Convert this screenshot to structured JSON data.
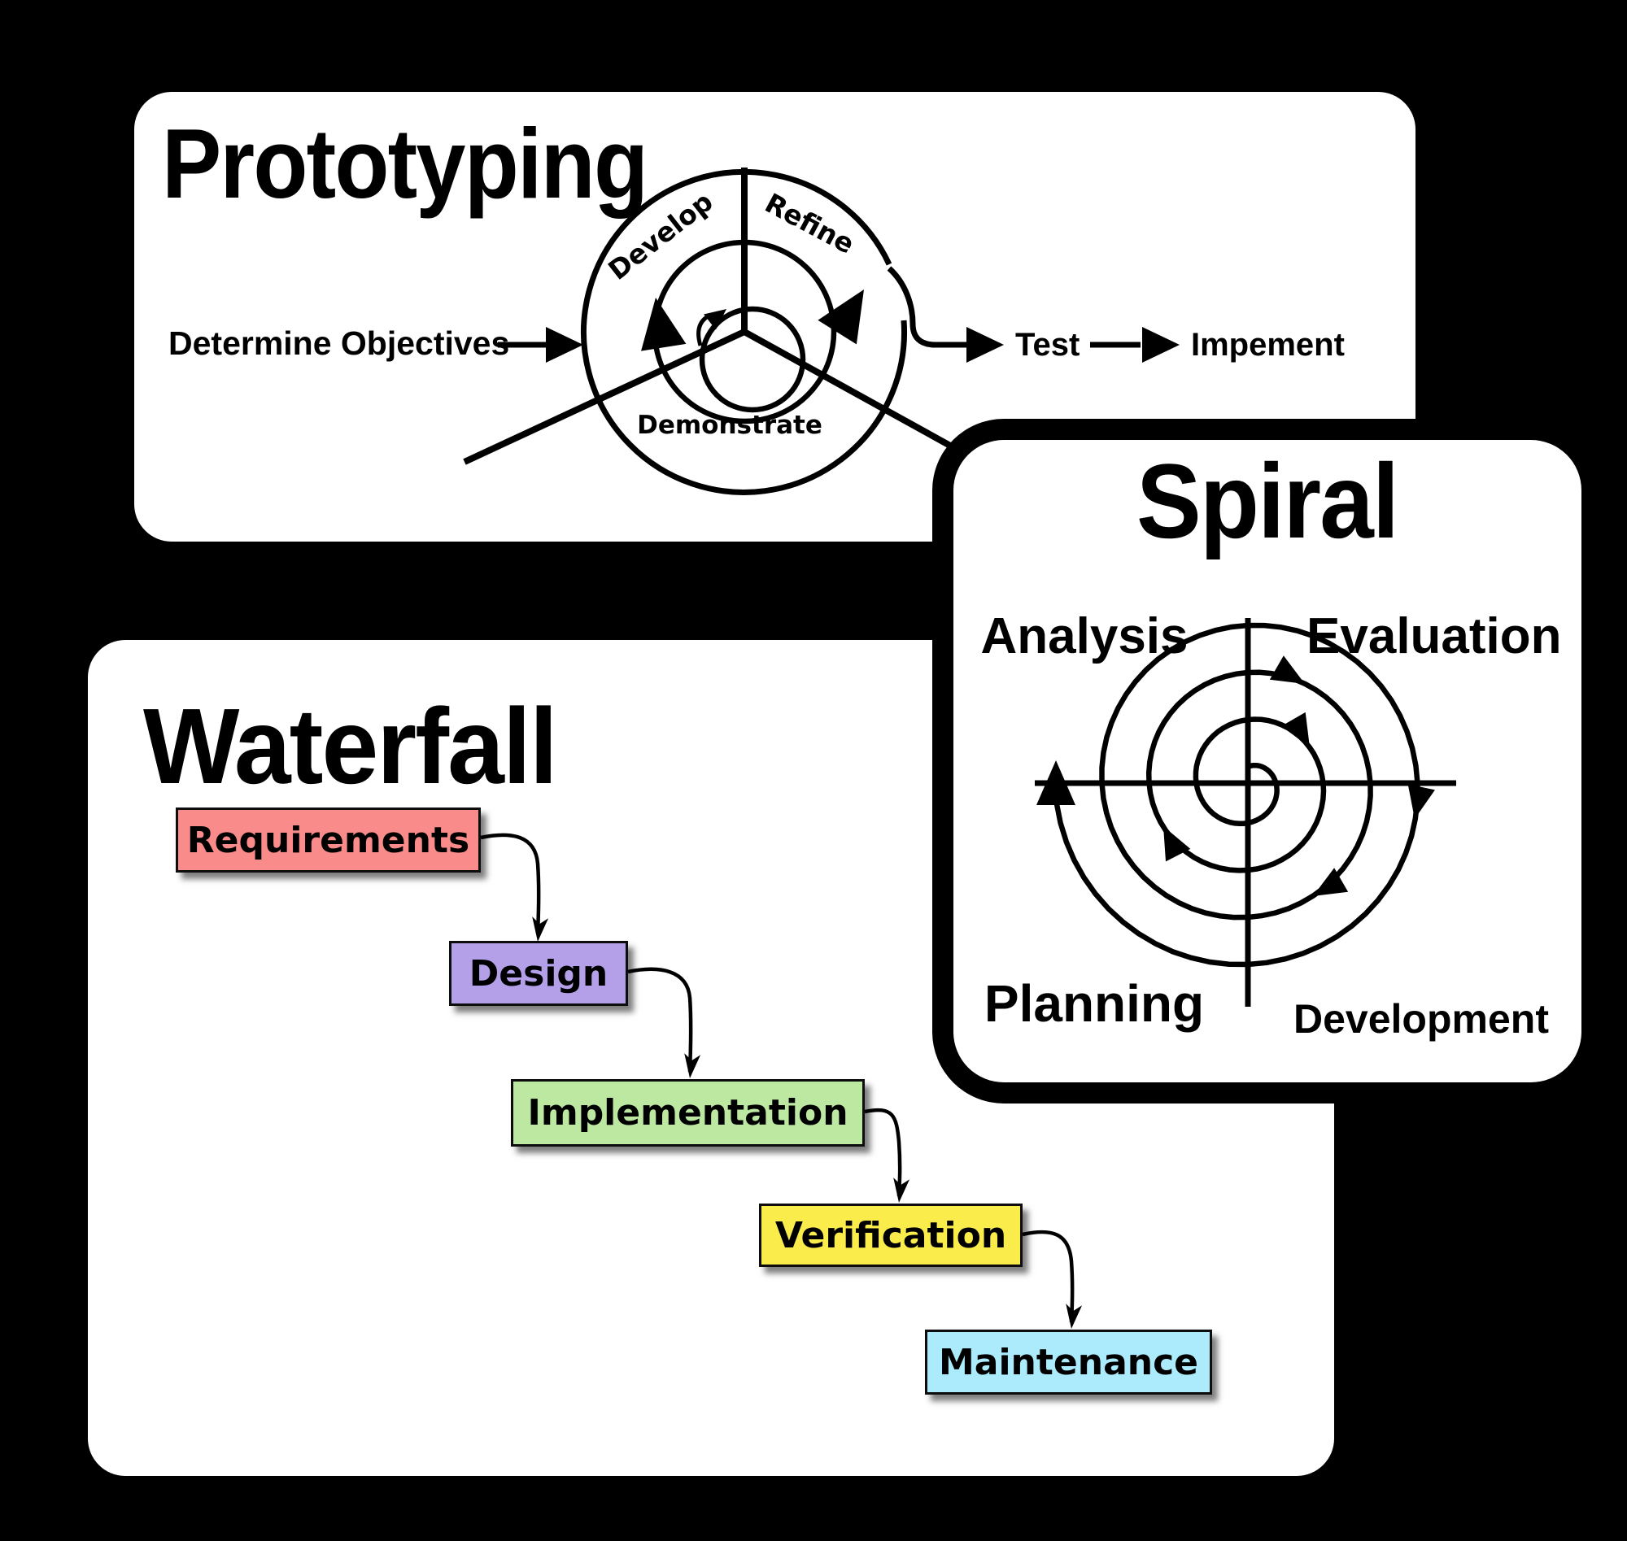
{
  "colors": {
    "canvas": "#000000",
    "panel": "#ffffff",
    "line": "#000000"
  },
  "prototyping": {
    "title": "Prototyping",
    "determine_objectives": "Determine Objectives",
    "test": "Test",
    "implement": "Impement",
    "cycle": {
      "develop": "Develop",
      "refine": "Refine",
      "demonstrate": "Demonstrate"
    }
  },
  "spiral": {
    "title": "Spiral",
    "quadrants": {
      "analysis": "Analysis",
      "evaluation": "Evaluation",
      "planning": "Planning",
      "development": "Development"
    }
  },
  "waterfall": {
    "title": "Waterfall",
    "stages": [
      {
        "label": "Requirements",
        "color": "#F98B8B"
      },
      {
        "label": "Design",
        "color": "#B3A0E8"
      },
      {
        "label": "Implementation",
        "color": "#BDE8A2"
      },
      {
        "label": "Verification",
        "color": "#FAEC4A"
      },
      {
        "label": "Maintenance",
        "color": "#ABEBFB"
      }
    ]
  }
}
